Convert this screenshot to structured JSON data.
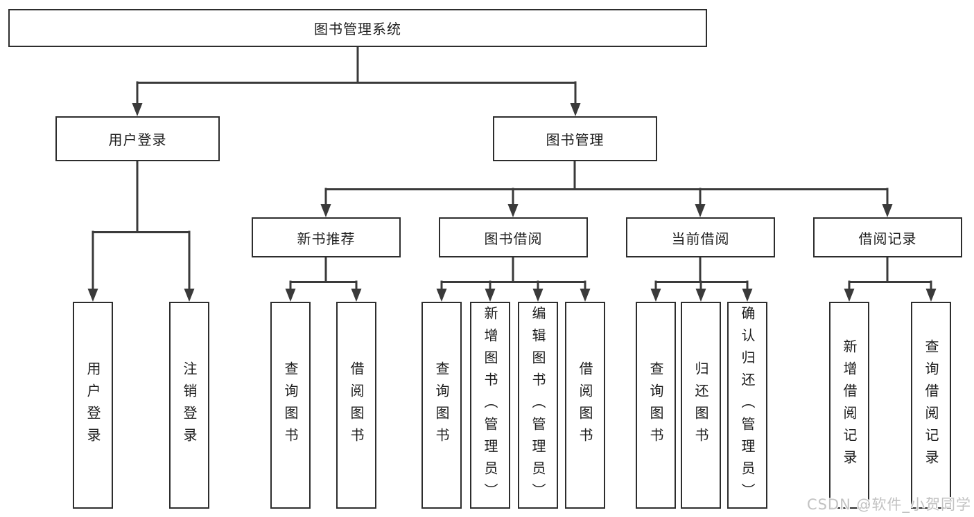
{
  "tree": {
    "root": {
      "label": "图书管理系统"
    },
    "branches": [
      {
        "label": "用户登录",
        "children": [
          {
            "label": "用户登录"
          },
          {
            "label": "注销登录"
          }
        ]
      },
      {
        "label": "图书管理",
        "children": [
          {
            "label": "新书推荐",
            "children": [
              {
                "label": "查询图书"
              },
              {
                "label": "借阅图书"
              }
            ]
          },
          {
            "label": "图书借阅",
            "children": [
              {
                "label": "查询图书"
              },
              {
                "label": "新增图书（管理员）"
              },
              {
                "label": "编辑图书（管理员）"
              },
              {
                "label": "借阅图书"
              }
            ]
          },
          {
            "label": "当前借阅",
            "children": [
              {
                "label": "查询图书"
              },
              {
                "label": "归还图书"
              },
              {
                "label": "确认归还（管理员）"
              }
            ]
          },
          {
            "label": "借阅记录",
            "children": [
              {
                "label": "新增借阅记录"
              },
              {
                "label": "查询借阅记录"
              }
            ]
          }
        ]
      }
    ]
  },
  "watermark": {
    "text": "CSDN @软件_小贺同学"
  },
  "colors": {
    "line": "#3a3a3a",
    "border": "#2d2d2d",
    "text": "#1d1d1d",
    "watermark": "#c2c2c2",
    "background": "#ffffff"
  }
}
